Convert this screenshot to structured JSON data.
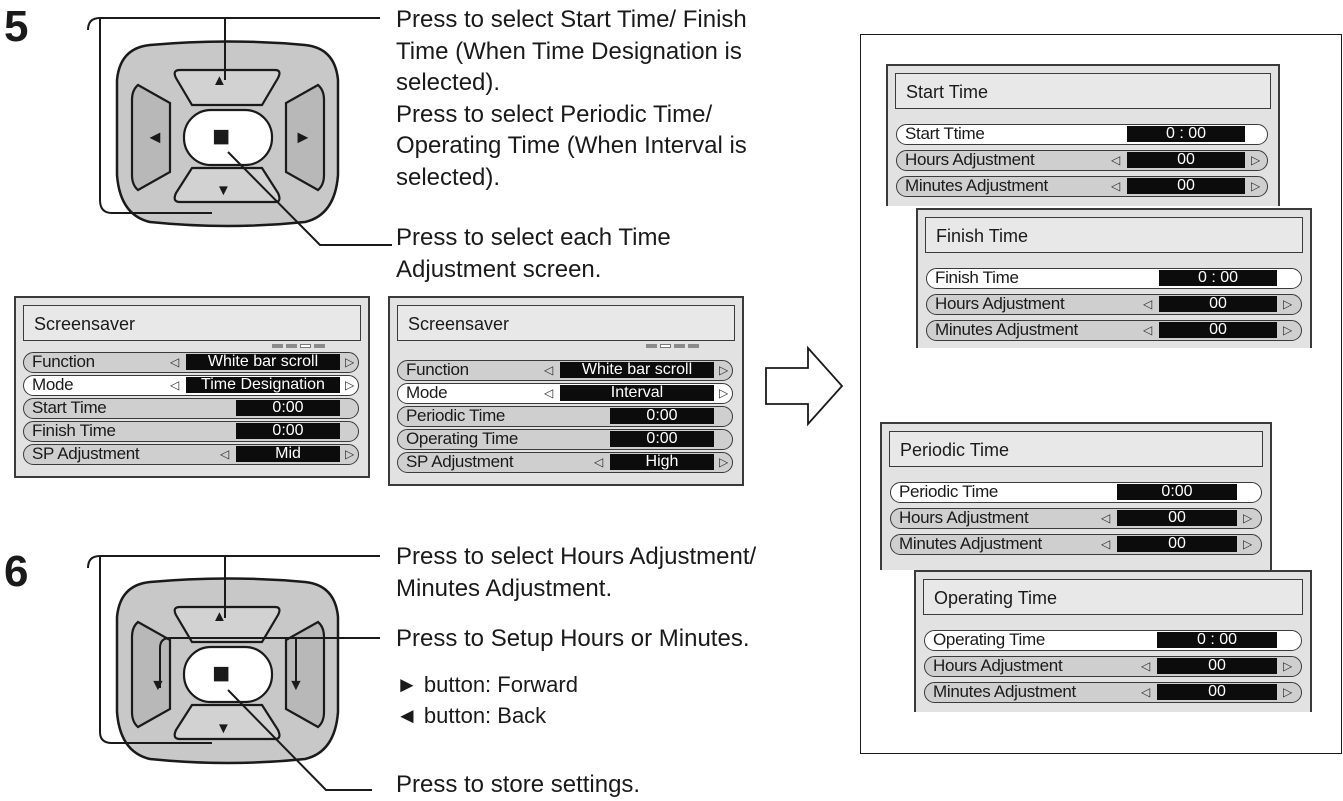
{
  "step5": {
    "number": "5",
    "note_up_down": [
      "Press to select Start Time/ Finish",
      "Time (When Time Designation is",
      "selected).",
      "Press to select Periodic Time/",
      "Operating Time (When Interval  is",
      "selected)."
    ],
    "note_set": [
      "Press to select each Time",
      "Adjustment screen."
    ]
  },
  "step6": {
    "number": "6",
    "note_up_down": [
      "Press to select Hours Adjustment/",
      "Minutes Adjustment."
    ],
    "note_left_right": "Press to Setup Hours or Minutes.",
    "forward": "► button: Forward",
    "back": "◄ button: Back",
    "note_store": "Press to store settings."
  },
  "remote": {
    "up_icon": "▲",
    "down_icon": "▼",
    "left_icon": "◄",
    "right_icon": "►",
    "set_icon": "■"
  },
  "screensaver_a": {
    "title": "Screensaver",
    "rows": [
      {
        "label": "Function",
        "value": "White bar scroll"
      },
      {
        "label": "Mode",
        "value": "Time Designation"
      },
      {
        "label": "Start Time",
        "value": "0:00"
      },
      {
        "label": "Finish Time",
        "value": "0:00"
      },
      {
        "label": "SP Adjustment",
        "value": "Mid"
      }
    ]
  },
  "screensaver_b": {
    "title": "Screensaver",
    "rows": [
      {
        "label": "Function",
        "value": "White bar scroll"
      },
      {
        "label": "Mode",
        "value": "Interval"
      },
      {
        "label": "Periodic Time",
        "value": "0:00"
      },
      {
        "label": "Operating Time",
        "value": "0:00"
      },
      {
        "label": "SP Adjustment",
        "value": "High"
      }
    ]
  },
  "start_time": {
    "title": "Start Time",
    "rows": [
      {
        "label": "Start Ttime",
        "value": "0 : 00"
      },
      {
        "label": "Hours Adjustment",
        "value": "00"
      },
      {
        "label": "Minutes Adjustment",
        "value": "00"
      }
    ]
  },
  "finish_time": {
    "title": "Finish Time",
    "rows": [
      {
        "label": "Finish Time",
        "value": "0 : 00"
      },
      {
        "label": "Hours Adjustment",
        "value": "00"
      },
      {
        "label": "Minutes Adjustment",
        "value": "00"
      }
    ]
  },
  "periodic_time": {
    "title": "Periodic Time",
    "rows": [
      {
        "label": "Periodic Time",
        "value": "0:00"
      },
      {
        "label": "Hours Adjustment",
        "value": "00"
      },
      {
        "label": "Minutes Adjustment",
        "value": "00"
      }
    ]
  },
  "operating_time": {
    "title": "Operating Time",
    "rows": [
      {
        "label": "Operating Time",
        "value": "0 : 00"
      },
      {
        "label": "Hours Adjustment",
        "value": "00"
      },
      {
        "label": "Minutes Adjustment",
        "value": "00"
      }
    ]
  },
  "glyphs": {
    "left": "◁",
    "right": "▷"
  },
  "colors": {
    "pad": "#c8c8c8",
    "pad_inner": "#b4b4b4",
    "ink": "#1a1a1a",
    "osd_bar": "#0c0c0c"
  }
}
